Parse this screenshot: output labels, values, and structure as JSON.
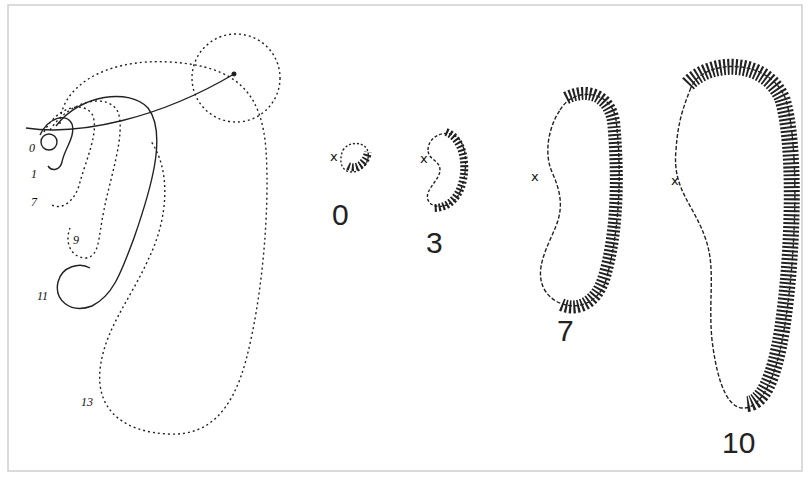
{
  "diagram": {
    "labels": [
      "0",
      "1",
      "7",
      "9",
      "11",
      "13",
      "x",
      "0",
      "x",
      "3",
      "x",
      "7",
      "x",
      "10"
    ]
  }
}
